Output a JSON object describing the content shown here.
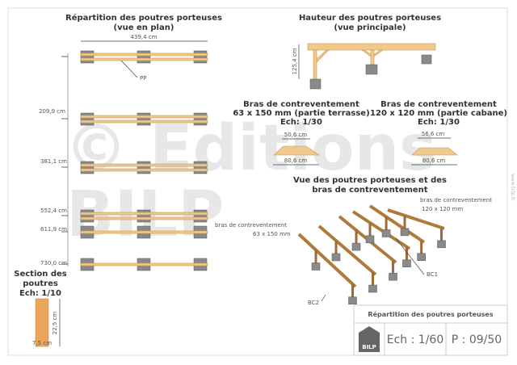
{
  "watermark": {
    "line1": "© Editions",
    "line2": "BILP",
    "side_url": "www.bilp.fr"
  },
  "plan_view": {
    "title": "Répartition des poutres porteuses",
    "subtitle": "(vue en plan)",
    "width_dim": "439,4 cm",
    "beam_label": "PP",
    "row_dims": [
      "209,9 cm",
      "381,1 cm",
      "552,4 cm",
      "611,9 cm",
      "730,0 cm"
    ]
  },
  "elevation": {
    "title": "Hauteur des poutres porteuses",
    "subtitle": "(vue principale)",
    "height_dim": "125,4 cm"
  },
  "brace_terrasse": {
    "line1": "Bras de contreventement",
    "line2": "63 x 150 mm (partie terrasse)",
    "scale": "Ech: 1/30",
    "top_dim": "50,6 cm",
    "bottom_dim": "80,6 cm"
  },
  "brace_cabane": {
    "line1": "Bras de contreventement",
    "line2": "120 x 120 mm (partie cabane)",
    "scale": "Ech: 1/30",
    "top_dim": "56,6 cm",
    "bottom_dim": "80,6 cm"
  },
  "iso_view": {
    "title1": "Vue des poutres porteuses et des",
    "title2": "bras de contreventement",
    "label_cabane1": "bras de contreventement",
    "label_cabane2": "120 x 120 mm",
    "label_terrasse1": "bras de contreventement",
    "label_terrasse2": "63 x 150 mm",
    "bc1": "BC1",
    "bc2": "BC2"
  },
  "section": {
    "title1": "Section des",
    "title2": "poutres",
    "scale": "Ech: 1/10",
    "height_dim": "22,5 cm",
    "width_dim": "7,5 cm"
  },
  "title_block": {
    "title": "Répartition des poutres porteuses",
    "logo": "BILP",
    "scale": "Ech : 1/60",
    "page": "P : 09/50"
  }
}
